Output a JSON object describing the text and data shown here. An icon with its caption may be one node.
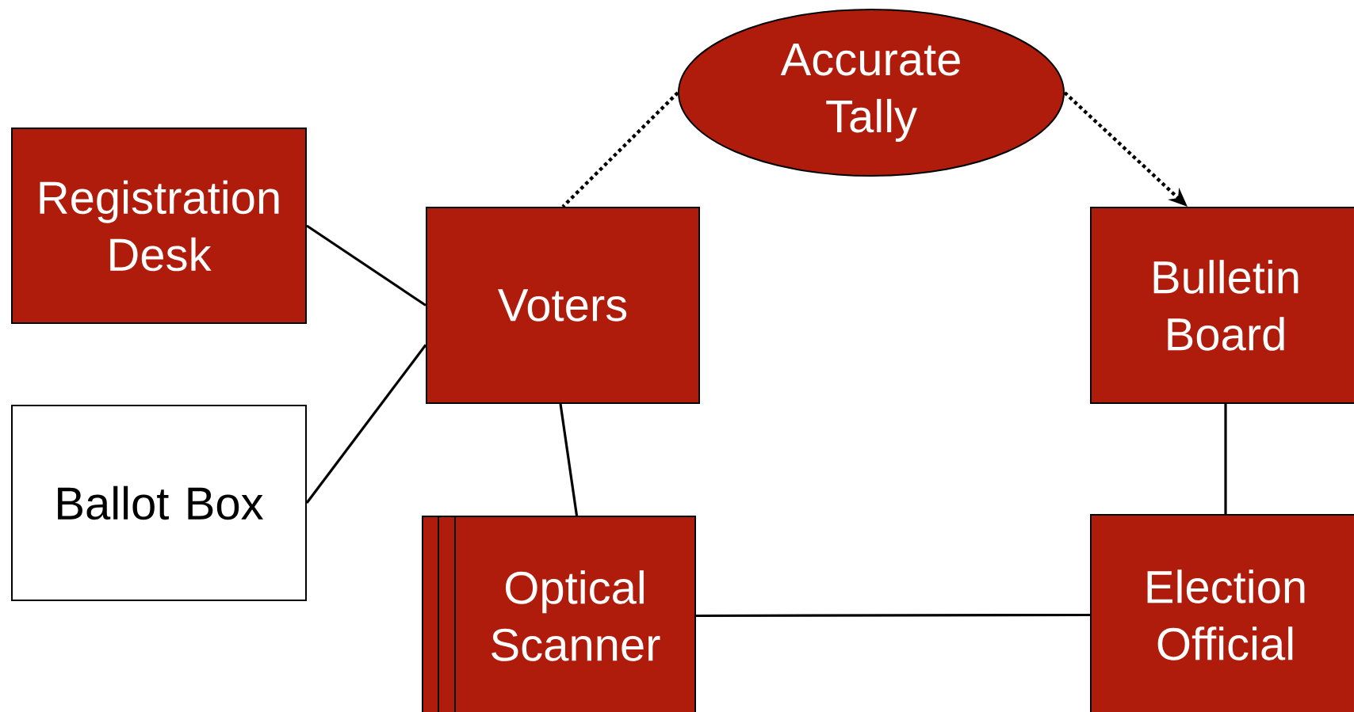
{
  "diagram": {
    "nodes": [
      {
        "text": [
          "Accurate Tally"
        ]
      },
      {
        "text": [
          "Registration Desk"
        ]
      },
      {
        "text": [
          "Voters"
        ]
      },
      {
        "text": [
          "Bulletin Board"
        ]
      },
      {
        "text": [
          "Ballot Box"
        ]
      },
      {
        "text": [
          "Optical Scanner"
        ]
      },
      {
        "text": [
          "Election Official"
        ]
      }
    ],
    "edges": [
      {
        "from": 1,
        "to": 2,
        "arrow": "none"
      },
      {
        "from": 4,
        "to": 2,
        "arrow": "none"
      },
      {
        "from": 0,
        "to": 2,
        "arrow": "none",
        "style": "dashed"
      },
      {
        "from": 0,
        "to": 3,
        "arrow": "to",
        "style": "dashed"
      },
      {
        "from": 2,
        "to": 5,
        "arrow": "none"
      },
      {
        "from": 3,
        "to": 6,
        "arrow": "none"
      },
      {
        "from": 5,
        "to": 6,
        "arrow": "none"
      }
    ]
  }
}
